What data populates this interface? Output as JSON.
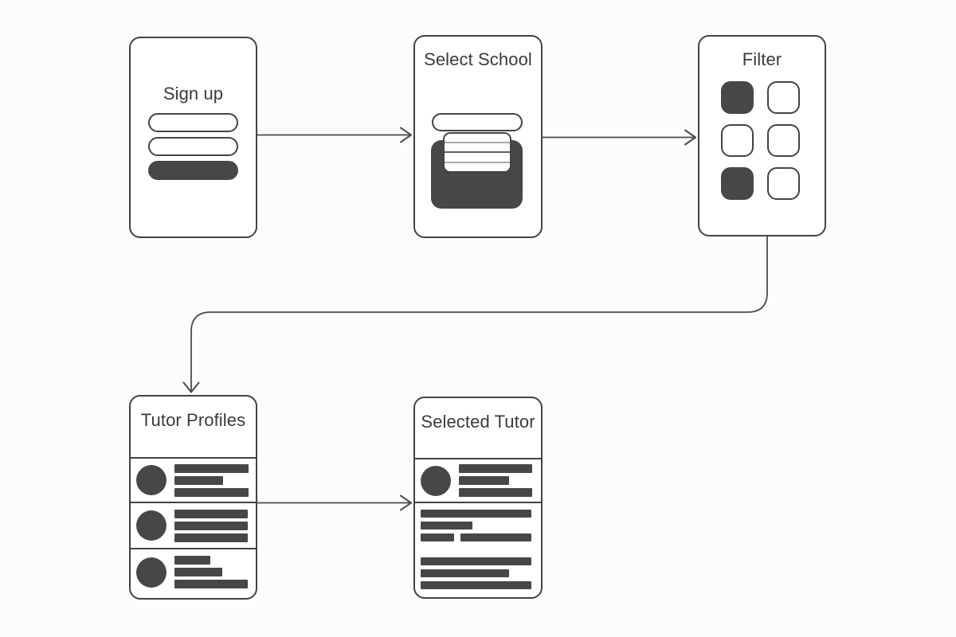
{
  "title": "Tutor app user flow wireframe",
  "colors": {
    "background": "#fcfcfc",
    "card_fill": "#ffffff",
    "ink_dark": "#474747",
    "stroke": "#434343",
    "connector": "#4a4a4a",
    "title_text": "#3b3b3b",
    "list_line_light": "#a6a6a6",
    "list_line_dark": "#5f5f5f"
  },
  "nodes": [
    {
      "id": "sign-up",
      "label": "Sign up"
    },
    {
      "id": "select-school",
      "label": "Select School"
    },
    {
      "id": "filter",
      "label": "Filter"
    },
    {
      "id": "tutor-profiles",
      "label": "Tutor Profiles"
    },
    {
      "id": "selected-tutor",
      "label": "Selected Tutor"
    }
  ],
  "edges": [
    {
      "from": "sign-up",
      "to": "select-school"
    },
    {
      "from": "select-school",
      "to": "filter"
    },
    {
      "from": "filter",
      "to": "tutor-profiles"
    },
    {
      "from": "tutor-profiles",
      "to": "selected-tutor"
    }
  ],
  "filter": {
    "cells": [
      "filled",
      "empty",
      "empty",
      "empty",
      "filled",
      "empty"
    ]
  }
}
